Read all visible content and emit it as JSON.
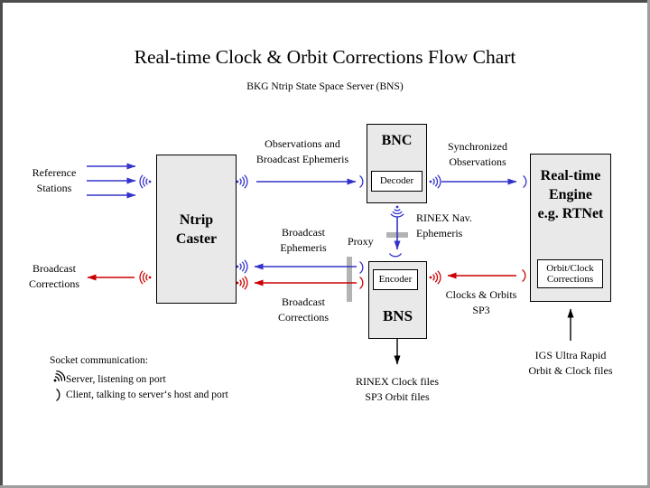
{
  "title": "Real-time Clock & Orbit Corrections Flow Chart",
  "subtitle": "BKG Ntrip State Space Server  (BNS)",
  "colors": {
    "flow_blue": "#3333cc",
    "flow_red": "#cc0000",
    "arrow_black": "#000000",
    "box_fill": "#e9e9e9",
    "proxy_bar": "#b3b3b3",
    "frame_dark": "#4d4d4d",
    "frame_light": "#9e9e9e"
  },
  "boxes": {
    "ntrip_caster": {
      "lines": [
        "Ntrip",
        "Caster"
      ]
    },
    "bnc": {
      "title": "BNC",
      "sub": "Decoder"
    },
    "bns": {
      "title": "BNS",
      "sub": "Encoder"
    },
    "realtime_engine": {
      "lines": [
        "Real-time",
        "Engine",
        "e.g. RTNet"
      ],
      "sub_lines": [
        "Orbit/Clock",
        "Corrections"
      ]
    }
  },
  "labels": {
    "reference_stations": [
      "Reference",
      "Stations"
    ],
    "broadcast_corrections_left": [
      "Broadcast",
      "Corrections"
    ],
    "observations": [
      "Observations and",
      "Broadcast Ephemeris"
    ],
    "synchronized": [
      "Synchronized",
      "Observations"
    ],
    "rinex_nav": [
      "RINEX Nav.",
      "Ephemeris"
    ],
    "broadcast_ephemeris": [
      "Broadcast",
      "Ephemeris"
    ],
    "proxy": "Proxy",
    "broadcast_corrections_mid": [
      "Broadcast",
      "Corrections"
    ],
    "clocks_orbits": [
      "Clocks & Orbits",
      "SP3"
    ],
    "rinex_clock_files": [
      "RINEX Clock files",
      "SP3 Orbit files"
    ],
    "igs_ultra_rapid": [
      "IGS Ultra Rapid",
      "Orbit & Clock files"
    ]
  },
  "legend": {
    "title": "Socket communication:",
    "items": [
      {
        "icon": "server-socket-icon",
        "label": "Server, listening on port"
      },
      {
        "icon": "client-socket-icon",
        "label": "Client, talking to server‘s host and port"
      }
    ]
  }
}
